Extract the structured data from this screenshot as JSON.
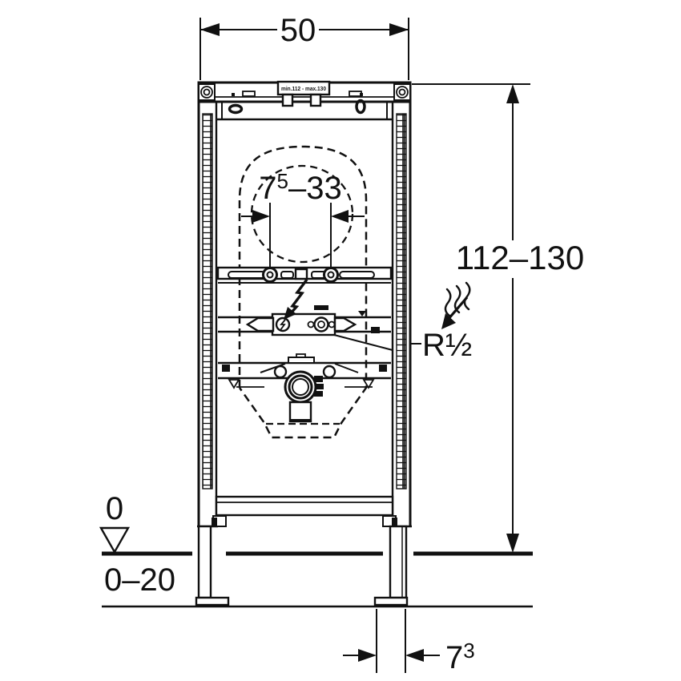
{
  "dimensions": {
    "top_width": "50",
    "plate_label": "min.112 - max.130",
    "pipe_range": {
      "base": "7",
      "sup": "5",
      "rest": "–33"
    },
    "height_range": "112–130",
    "water_connection": "R½",
    "datum_zero": "0",
    "floor_range": "0–20",
    "foot_depth": {
      "base": "7",
      "sup": "3"
    }
  },
  "colors": {
    "line": "#111111",
    "background": "#ffffff"
  }
}
